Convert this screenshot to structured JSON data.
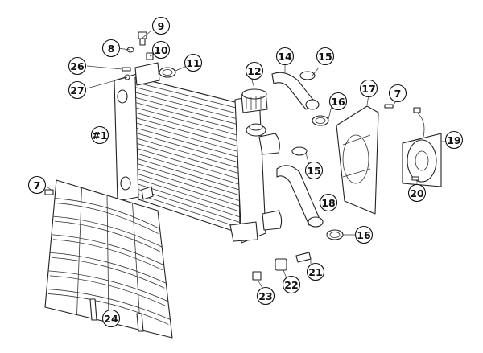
{
  "callouts": [
    {
      "id": "c9",
      "label": "9"
    },
    {
      "id": "c8",
      "label": "8"
    },
    {
      "id": "c10",
      "label": "10"
    },
    {
      "id": "c26",
      "label": "26"
    },
    {
      "id": "c11",
      "label": "11"
    },
    {
      "id": "c27",
      "label": "27"
    },
    {
      "id": "c12",
      "label": "12"
    },
    {
      "id": "c14",
      "label": "14"
    },
    {
      "id": "c15a",
      "label": "15"
    },
    {
      "id": "c17",
      "label": "17"
    },
    {
      "id": "c7a",
      "label": "7"
    },
    {
      "id": "c16a",
      "label": "16"
    },
    {
      "id": "c1",
      "label": "#1"
    },
    {
      "id": "c19",
      "label": "19"
    },
    {
      "id": "c15b",
      "label": "15"
    },
    {
      "id": "c7b",
      "label": "7"
    },
    {
      "id": "c20",
      "label": "20"
    },
    {
      "id": "c18",
      "label": "18"
    },
    {
      "id": "c16b",
      "label": "16"
    },
    {
      "id": "c21",
      "label": "21"
    },
    {
      "id": "c22",
      "label": "22"
    },
    {
      "id": "c23",
      "label": "23"
    },
    {
      "id": "c24",
      "label": "24"
    }
  ],
  "colors": {
    "highlight": "#e8731c",
    "line": "#222222",
    "fill": "#ffffff"
  }
}
